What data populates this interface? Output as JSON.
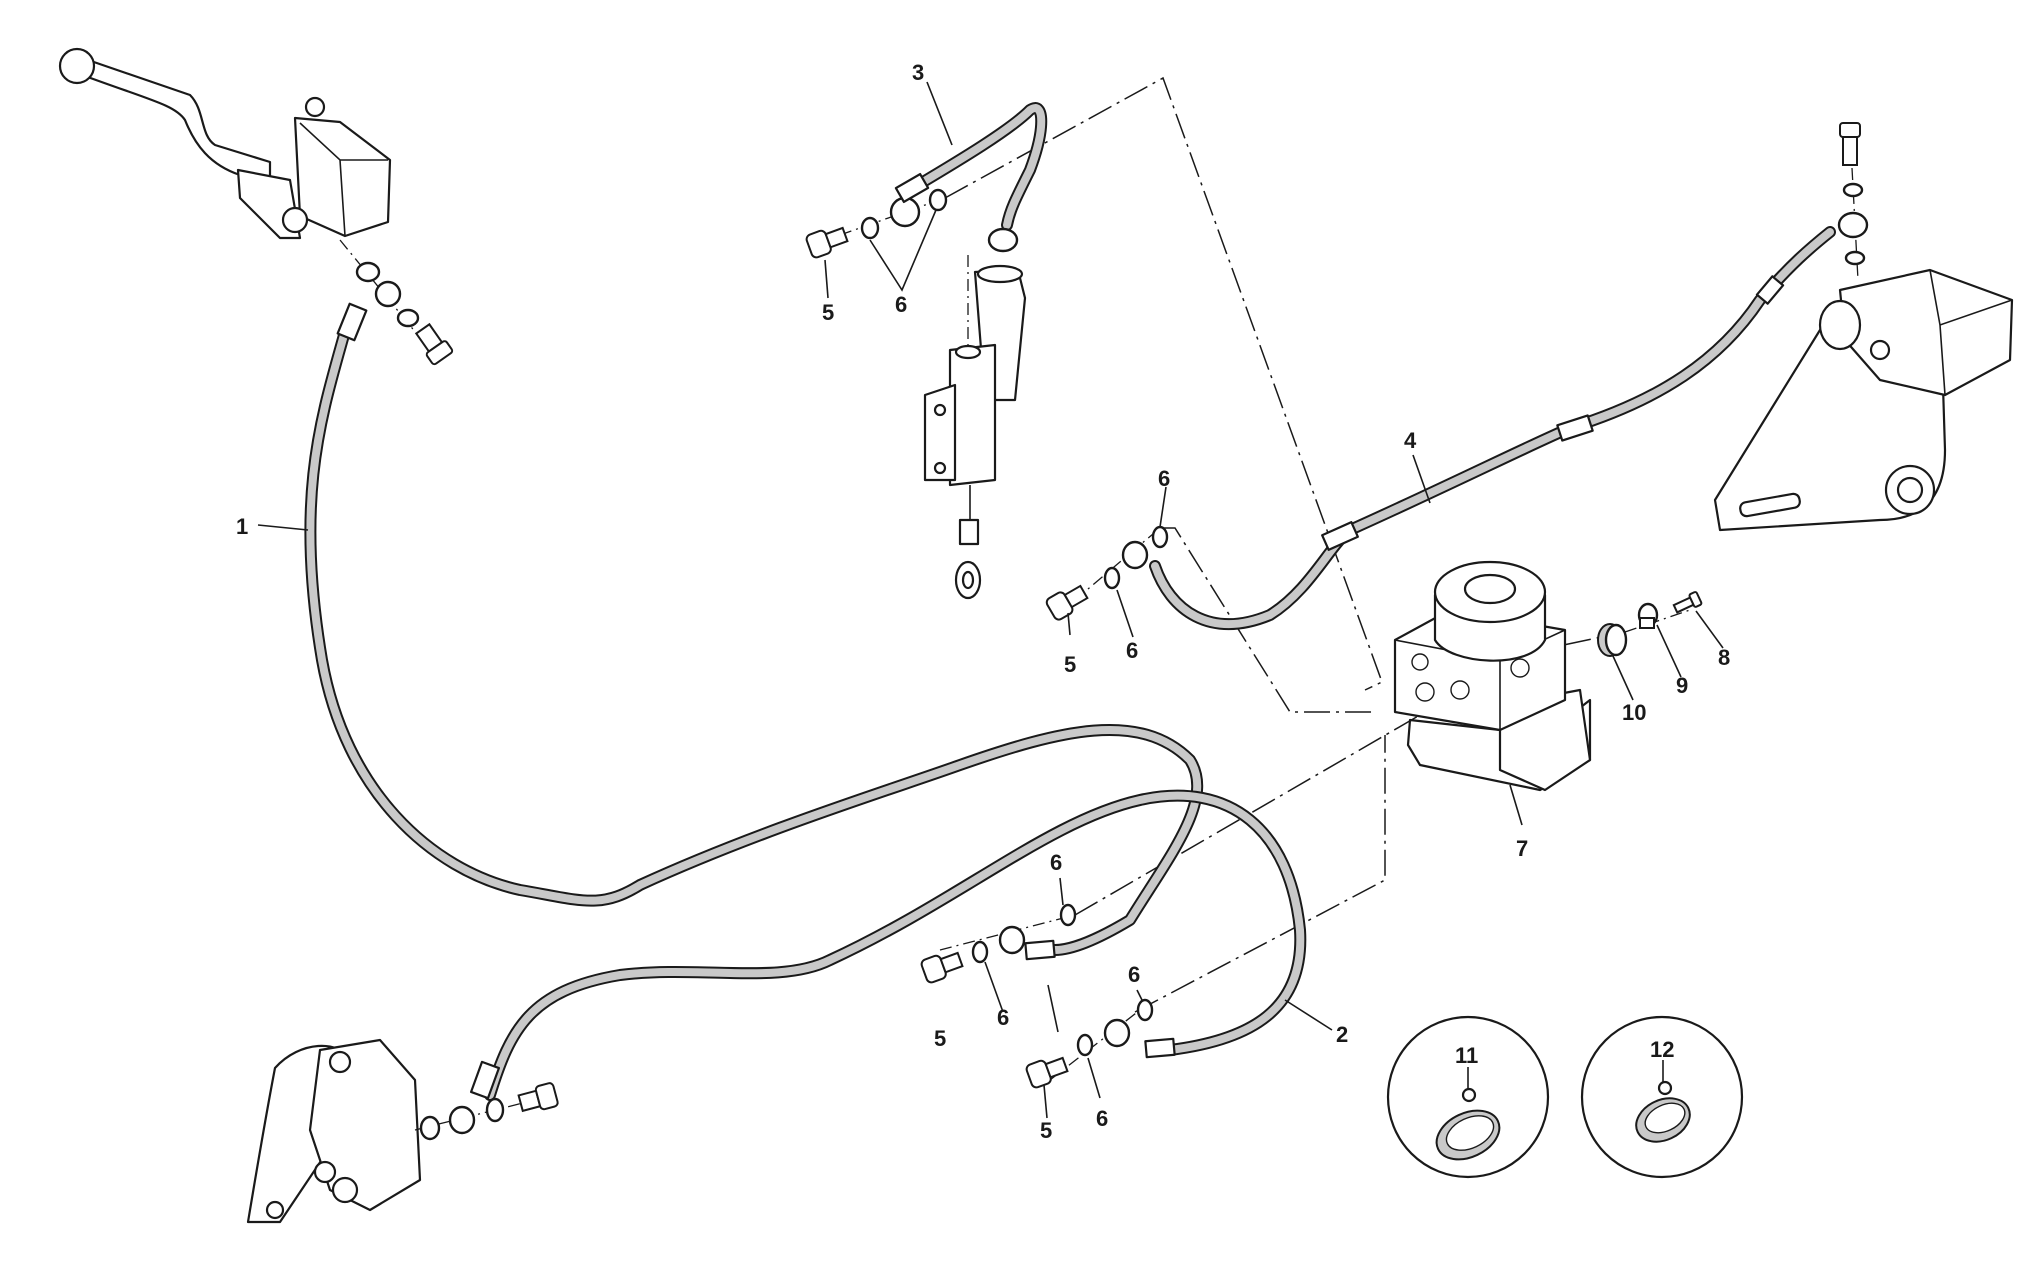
{
  "diagram": {
    "title": "ABS brake hydraulic system exploded view",
    "colors": {
      "line": "#1a1a1a",
      "hose_fill": "#c9c9c9",
      "background": "#ffffff"
    },
    "callouts": [
      {
        "id": "c1",
        "label": "1",
        "part": "front brake hose (master cylinder to ABS)"
      },
      {
        "id": "c2",
        "label": "2",
        "part": "front brake hose (ABS to caliper)"
      },
      {
        "id": "c3",
        "label": "3",
        "part": "rear master cylinder hose"
      },
      {
        "id": "c4",
        "label": "4",
        "part": "rear brake hose (ABS to rear caliper)"
      },
      {
        "id": "c5a",
        "label": "5",
        "part": "banjo bolt"
      },
      {
        "id": "c5b",
        "label": "5",
        "part": "banjo bolt"
      },
      {
        "id": "c5c",
        "label": "5",
        "part": "banjo bolt"
      },
      {
        "id": "c5d",
        "label": "5",
        "part": "banjo bolt"
      },
      {
        "id": "c6a",
        "label": "6",
        "part": "sealing washers"
      },
      {
        "id": "c6b",
        "label": "6",
        "part": "sealing washer"
      },
      {
        "id": "c6c",
        "label": "6",
        "part": "sealing washer"
      },
      {
        "id": "c6d",
        "label": "6",
        "part": "sealing washer"
      },
      {
        "id": "c6e",
        "label": "6",
        "part": "sealing washer"
      },
      {
        "id": "c6f",
        "label": "6",
        "part": "sealing washer"
      },
      {
        "id": "c6g",
        "label": "6",
        "part": "sealing washer"
      },
      {
        "id": "c7",
        "label": "7",
        "part": "ABS modulator unit"
      },
      {
        "id": "c8",
        "label": "8",
        "part": "mounting bolt"
      },
      {
        "id": "c9",
        "label": "9",
        "part": "spacer"
      },
      {
        "id": "c10",
        "label": "10",
        "part": "rubber grommet"
      },
      {
        "id": "c11",
        "label": "11",
        "part": "hose clip"
      },
      {
        "id": "c12",
        "label": "12",
        "part": "hose clip"
      }
    ],
    "components": [
      "front-brake-lever",
      "front-master-cylinder",
      "rear-master-cylinder",
      "abs-modulator",
      "front-caliper",
      "rear-caliper",
      "detail-clip-11",
      "detail-clip-12"
    ]
  }
}
